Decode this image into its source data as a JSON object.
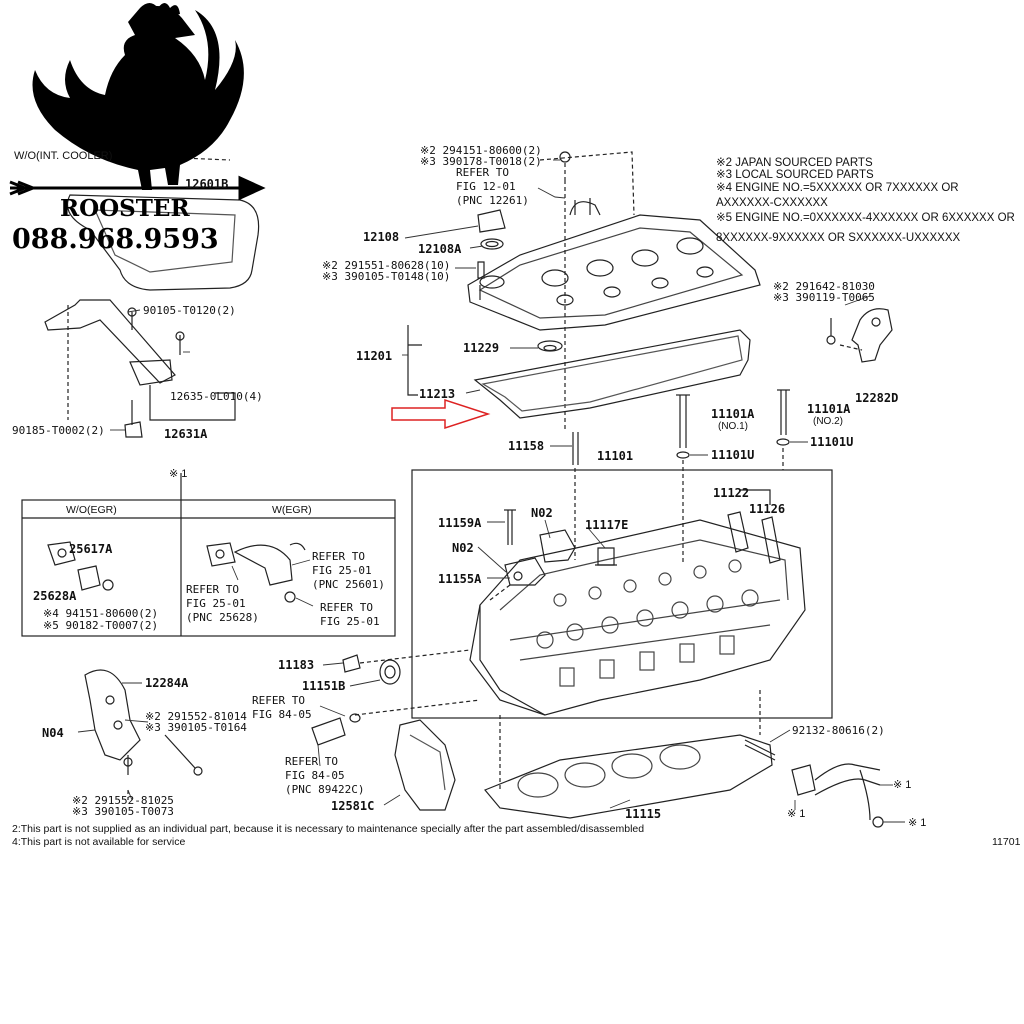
{
  "brand": {
    "name": "ROOSTER",
    "phone": "088.968.9593",
    "logo_icon": "rooster-logo-icon",
    "arrow_icon": "arrow-right-icon"
  },
  "notes": [
    "※2 JAPAN SOURCED PARTS",
    "※3 LOCAL SOURCED PARTS",
    "※4 ENGINE NO.=5XXXXXX OR 7XXXXXX OR",
    "AXXXXXX-CXXXXXX",
    "※5 ENGINE NO.=0XXXXXX-4XXXXXX OR 6XXXXXX OR",
    "8XXXXXX-9XXXXXX OR SXXXXXX-UXXXXXX"
  ],
  "header_label": "W/O(INT. COOLER)",
  "parts": {
    "p12601b": "12601B",
    "p294151_80600": "※2 294151-80600(2)",
    "p390178_t0018": "※3 390178-T0018(2)",
    "refer_12_01_a": "REFER TO",
    "refer_12_01_b": "FIG 12-01",
    "refer_12_01_c": "(PNC 12261)",
    "p12108": "12108",
    "p12108a": "12108A",
    "p291551_80628": "※2 291551-80628(10)",
    "p390105_t0148": "※3 390105-T0148(10)",
    "p90105_t0120": "90105-T0120(2)",
    "p12635_0l010": "12635-0L010(4)",
    "p90185_t0002": "90185-T0002(2)",
    "p12631a": "12631A",
    "p11201": "11201",
    "p11229": "11229",
    "p11213": "11213",
    "p291642_81030": "※2 291642-81030",
    "p390119_t0065": "※3 390119-T0065",
    "p12282d": "12282D",
    "p11101a_1": "11101A",
    "p11101a_1_sub": "(NO.1)",
    "p11101a_2": "11101A",
    "p11101a_2_sub": "(NO.2)",
    "p11101u_a": "11101U",
    "p11101u_b": "11101U",
    "p11158": "11158",
    "p11101": "11101",
    "p11122": "11122",
    "p11126": "11126",
    "p11159a": "11159A",
    "pn02_a": "N02",
    "pn02_b": "N02",
    "p11117e": "11117E",
    "p11155a": "11155A",
    "star1_top": "※ 1",
    "box_wo_egr": "W/O(EGR)",
    "box_w_egr": "W(EGR)",
    "p25617a": "25617A",
    "p25628a": "25628A",
    "p94151_80600": "※4 94151-80600(2)",
    "p90182_t0007": "※5 90182-T0007(2)",
    "refer_25_01_a1": "REFER TO",
    "refer_25_01_a2": "FIG 25-01",
    "refer_25_01_a3": "(PNC 25601)",
    "refer_25_01_b1": "REFER TO",
    "refer_25_01_b2": "FIG 25-01",
    "refer_25_01_b3": "(PNC 25628)",
    "refer_25_01_c1": "REFER TO",
    "refer_25_01_c2": "FIG 25-01",
    "p11183": "11183",
    "p11151b": "11151B",
    "p12284a": "12284A",
    "p291552_81014": "※2 291552-81014",
    "p390105_t0164": "※3 390105-T0164",
    "pn04": "N04",
    "refer_84_05_a1": "REFER TO",
    "refer_84_05_a2": "FIG 84-05",
    "refer_84_05_b1": "REFER TO",
    "refer_84_05_b2": "FIG 84-05",
    "refer_84_05_b3": "(PNC 89422C)",
    "p291552_81025": "※2 291552-81025",
    "p390105_t0073": "※3 390105-T0073",
    "p12581c": "12581C",
    "p11115": "11115",
    "p92132_80616": "92132-80616(2)",
    "star1_a": "※ 1",
    "star1_b": "※ 1",
    "star1_c": "※ 1"
  },
  "footnotes": [
    "2:This part is not supplied as an individual part, because it is necessary to maintenance specially after the part assembled/disassembled",
    "4:This part is not available for service"
  ],
  "figure_number": "11701"
}
